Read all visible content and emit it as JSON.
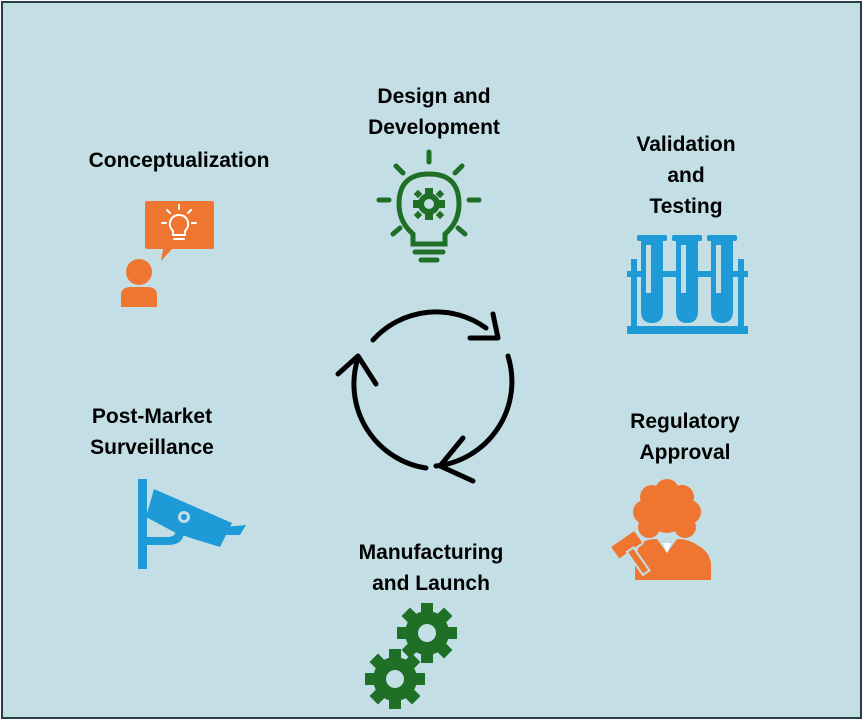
{
  "stages": {
    "conceptualization": {
      "lines": [
        "Conceptualization"
      ]
    },
    "design": {
      "lines": [
        "Design and",
        "Development"
      ]
    },
    "validation": {
      "lines": [
        "Validation",
        "and",
        "Testing"
      ]
    },
    "regulatory": {
      "lines": [
        "Regulatory",
        "Approval"
      ]
    },
    "manufacturing": {
      "lines": [
        "Manufacturing",
        "and Launch"
      ]
    },
    "surveillance": {
      "lines": [
        "Post-Market",
        "Surveillance"
      ]
    }
  },
  "icons": {
    "conceptualization": "person-idea-speech-bubble-icon",
    "design": "lightbulb-gear-icon",
    "validation": "test-tubes-rack-icon",
    "regulatory": "judge-gavel-icon",
    "manufacturing": "gears-icon",
    "surveillance": "security-camera-icon",
    "center": "cycle-arrows-icon"
  },
  "colors": {
    "background": "#c3dfe5",
    "border": "#2a3b47",
    "orange": "#ee7631",
    "green": "#1f6f27",
    "blue": "#1e9ad6",
    "text": "#000000"
  }
}
